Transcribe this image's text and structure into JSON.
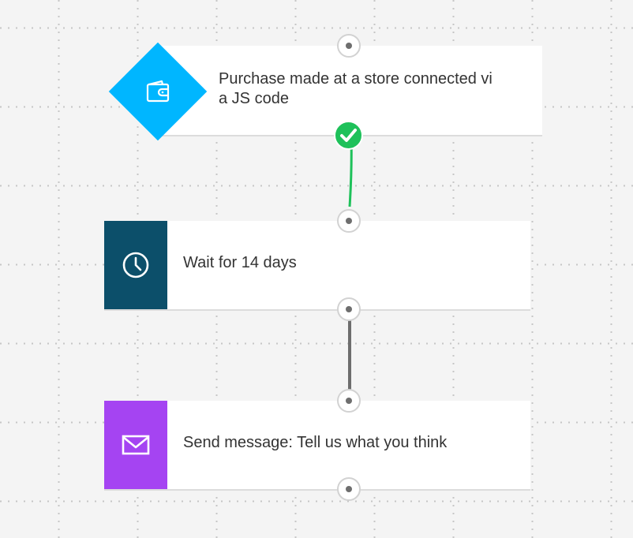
{
  "colors": {
    "trigger_accent": "#00b6ff",
    "wait_accent": "#0c4f6a",
    "message_accent": "#a544f2",
    "success_connector": "#1ec15a",
    "default_connector": "#6d6d6d"
  },
  "steps": [
    {
      "kind": "trigger",
      "icon": "wallet-icon",
      "label": "Purchase made at a store connected vi\na JS code",
      "status": "success"
    },
    {
      "kind": "delay",
      "icon": "clock-icon",
      "label": "Wait for 14 days"
    },
    {
      "kind": "action",
      "icon": "envelope-icon",
      "label": "Send message: Tell us what you think"
    }
  ]
}
